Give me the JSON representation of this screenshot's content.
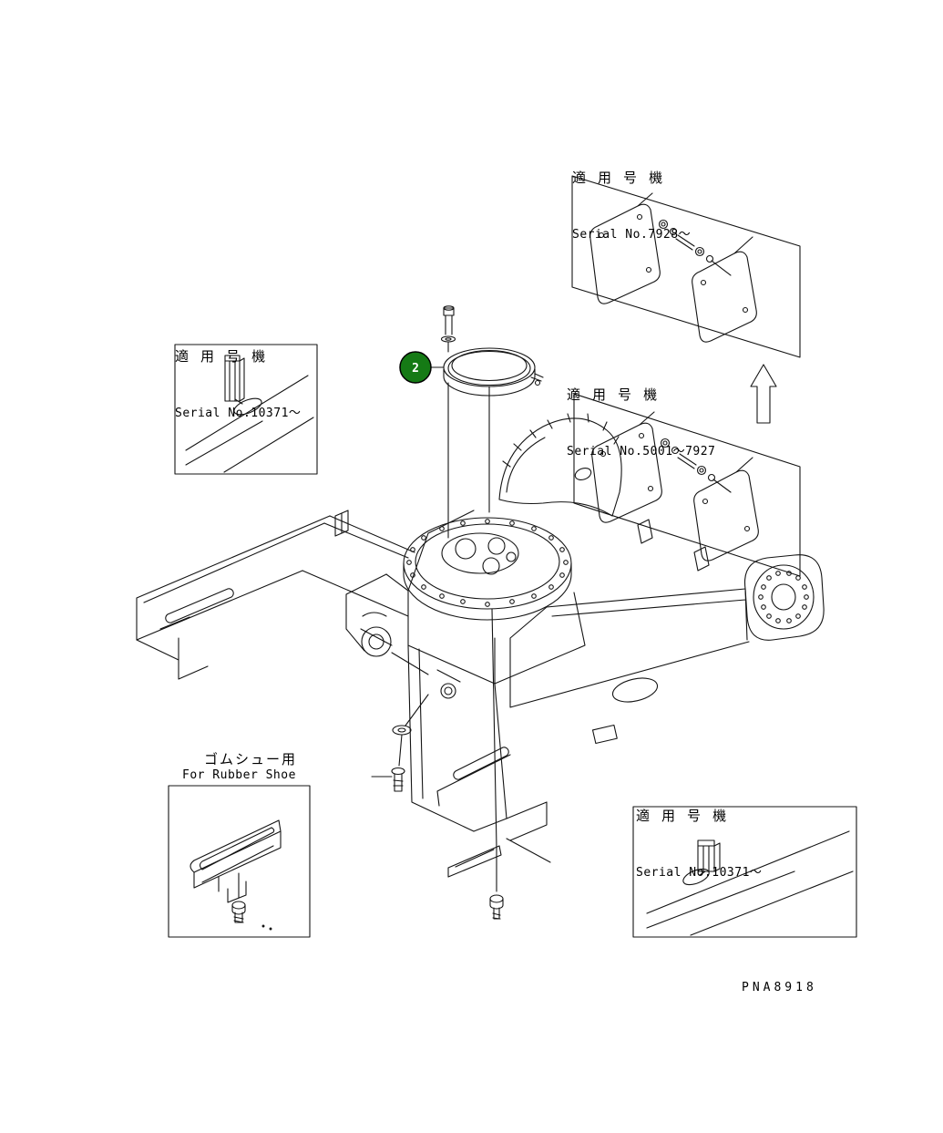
{
  "page": {
    "drawing_code": "PNA8918",
    "background": "#ffffff",
    "line_color": "#141414"
  },
  "callouts": {
    "item2": {
      "number": "2",
      "color": "#157a15",
      "text_color": "#ffffff"
    }
  },
  "labels": {
    "top_right": {
      "line1": "適 用 号 機",
      "line2": "Serial No.7928～"
    },
    "mid_left": {
      "line1": "適 用 号 機",
      "line2": "Serial No.10371～"
    },
    "mid_right": {
      "line1": "適 用 号 機",
      "line2": "Serial No.5001～7927"
    },
    "bottom_left": {
      "line1": "ゴムシュー用",
      "line2": "For Rubber Shoe"
    },
    "bottom_right": {
      "line1": "適 用 号 機",
      "line2": "Serial No.10371～"
    }
  }
}
